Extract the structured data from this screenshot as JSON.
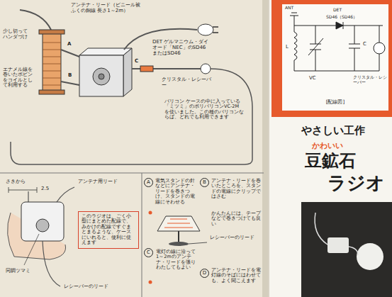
{
  "diagram": {
    "nodes": [
      {
        "text": [
          "[配線図]"
        ]
      },
      {
        "text": [
          "このラジオは、ごく小型にまとめた配線で、みかけの配線ですぐまとまるような、ケースにいれると、便利に使えます"
        ]
      },
      {
        "text": [
          "A"
        ]
      },
      {
        "text": [
          "B"
        ]
      },
      {
        "text": [
          "C"
        ]
      },
      {
        "text": [
          "D"
        ]
      }
    ],
    "labels": [
      "アンテナ・リード（ビニール被ふくの銅線 長さ1～2m）",
      "少し切って ハンダづけ",
      "エナメル線を巻いたボビンをコイルとして利用する",
      "A",
      "B",
      "C",
      "DET ゲルマニウム・ダイオード「NEC」のSD46またはSD46",
      "クリスタル・レシーバー",
      "バリコン ケースの中に入っている「ミツミ」のポリバリコンVC-2Mを使いました。この種のバリコンならば、どれでも利用できます",
      "さきから",
      "2.5",
      "アンテナ用リード",
      "同調ツマミ",
      "レシーバーのリード",
      "電気スタンドの針などにアンテナ・リードを巻きつけ、スタンドの電線にそわせる",
      "アンテナ・リードを巻いたところを、スタンドの電線にクリップではさむ",
      "かんたんには、テープなどで巻きつけても良い",
      "レシーバーのリード",
      "電灯の線に沿って1～2mのアンテナ・リードを張りわたしてもよい",
      "アンテナ・リードを電灯線のそばにはわせても、よく聞こえます",
      "ANT",
      "DET",
      "SD46（SD46）",
      "L",
      "VC",
      "C",
      "クリスタル・レシーバー",
      "やさしい工作",
      "かわいい",
      "豆鉱石",
      "ラジオ"
    ]
  }
}
